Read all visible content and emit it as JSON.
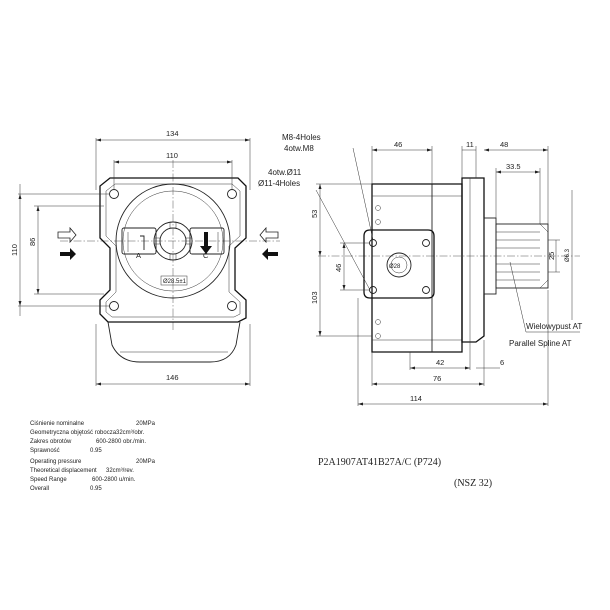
{
  "front_view": {
    "dims": {
      "w134": "134",
      "w110": "110",
      "h110": "110",
      "h86": "86",
      "w146": "146",
      "port_a": "A",
      "port_c": "C",
      "shaft_dia": "Ø28.5±1"
    }
  },
  "side_view": {
    "dims": {
      "d46": "46",
      "d11": "11",
      "d48": "48",
      "d33_5": "33.5",
      "d53": "53",
      "d103": "103",
      "d46v": "46",
      "d42": "42",
      "d76": "76",
      "d6": "6",
      "d114": "114",
      "d25": "25",
      "spline_dia": "Ø6.3",
      "shaft_circle": "Ø28"
    },
    "callouts": {
      "m8_en": "M8-4Holes",
      "m8_pl": "4otw.M8",
      "d11_pl": "4otw.Ø11",
      "d11_en": "Ø11-4Holes",
      "spline_pl": "Wielowypust AT",
      "spline_en": "Parallel Spline AT"
    }
  },
  "specs": {
    "pl": [
      {
        "label": "Ciśnienie nominalne",
        "value": "20MPa"
      },
      {
        "label": "Geometryczna objętość robocza",
        "value": "32cm³/obr."
      },
      {
        "label": "Zakres obrotów",
        "value": "600-2800 obr./min."
      },
      {
        "label": "Sprawność",
        "value": "0.95"
      }
    ],
    "en": [
      {
        "label": "Operating pressure",
        "value": "20MPa"
      },
      {
        "label": "Theoretical displacement",
        "value": "32cm³/rev."
      },
      {
        "label": "Speed Range",
        "value": "600-2800 u/min."
      },
      {
        "label": "Overall",
        "value": "0.95"
      }
    ]
  },
  "title": {
    "model": "P2A1907AT41B27A/C (P724)",
    "size": "(NSZ 32)"
  }
}
